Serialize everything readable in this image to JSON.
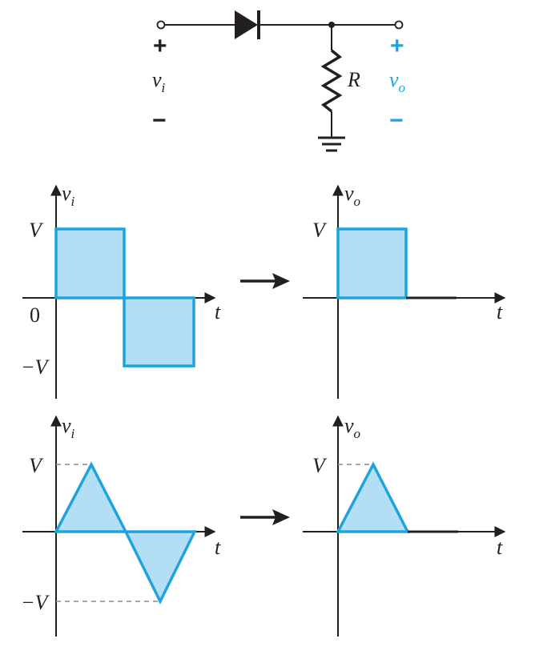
{
  "circuit": {
    "input_plus": "+",
    "input_minus": "−",
    "input_label": "v",
    "input_sub": "i",
    "output_plus": "+",
    "output_minus": "−",
    "output_label": "v",
    "output_sub": "o",
    "resistor_label": "R"
  },
  "graphs": {
    "square_in": {
      "ylabel": "v",
      "ysub": "i",
      "xlabel": "t",
      "v_label": "V",
      "negv_label": "−V",
      "zero_label": "0"
    },
    "square_out": {
      "ylabel": "v",
      "ysub": "o",
      "xlabel": "t",
      "v_label": "V"
    },
    "tri_in": {
      "ylabel": "v",
      "ysub": "i",
      "xlabel": "t",
      "v_label": "V",
      "negv_label": "−V"
    },
    "tri_out": {
      "ylabel": "v",
      "ysub": "o",
      "xlabel": "t",
      "v_label": "V"
    }
  },
  "colors": {
    "accent": "#1fa3dc",
    "fill": "#b3dff6",
    "ink": "#231f20",
    "dash": "#8a8a8a"
  }
}
